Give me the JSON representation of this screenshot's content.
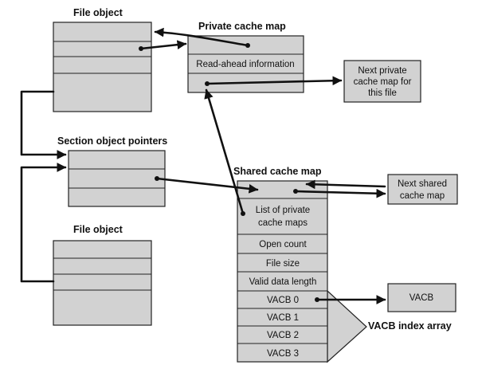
{
  "file_object_1": {
    "title": "File object"
  },
  "private_cache_map": {
    "title": "Private cache map",
    "field_readahead": "Read-ahead information"
  },
  "next_private": {
    "line1": "Next private",
    "line2": "cache map for",
    "line3": "this file"
  },
  "section_object_pointers": {
    "title": "Section object pointers"
  },
  "shared_cache_map": {
    "title": "Shared cache map",
    "list_line1": "List of private",
    "list_line2": "cache maps",
    "open_count": "Open count",
    "file_size": "File size",
    "valid_data_length": "Valid data length",
    "vacb_entries": [
      "VACB 0",
      "VACB 1",
      "VACB 2",
      "VACB 3"
    ]
  },
  "next_shared": {
    "line1": "Next shared",
    "line2": "cache map"
  },
  "vacb": {
    "label": "VACB"
  },
  "vacb_index_array": {
    "label": "VACB index array"
  },
  "file_object_2": {
    "title": "File object"
  },
  "colors": {
    "box_fill": "#d2d2d2",
    "stroke": "#222222",
    "arrow": "#111111"
  }
}
